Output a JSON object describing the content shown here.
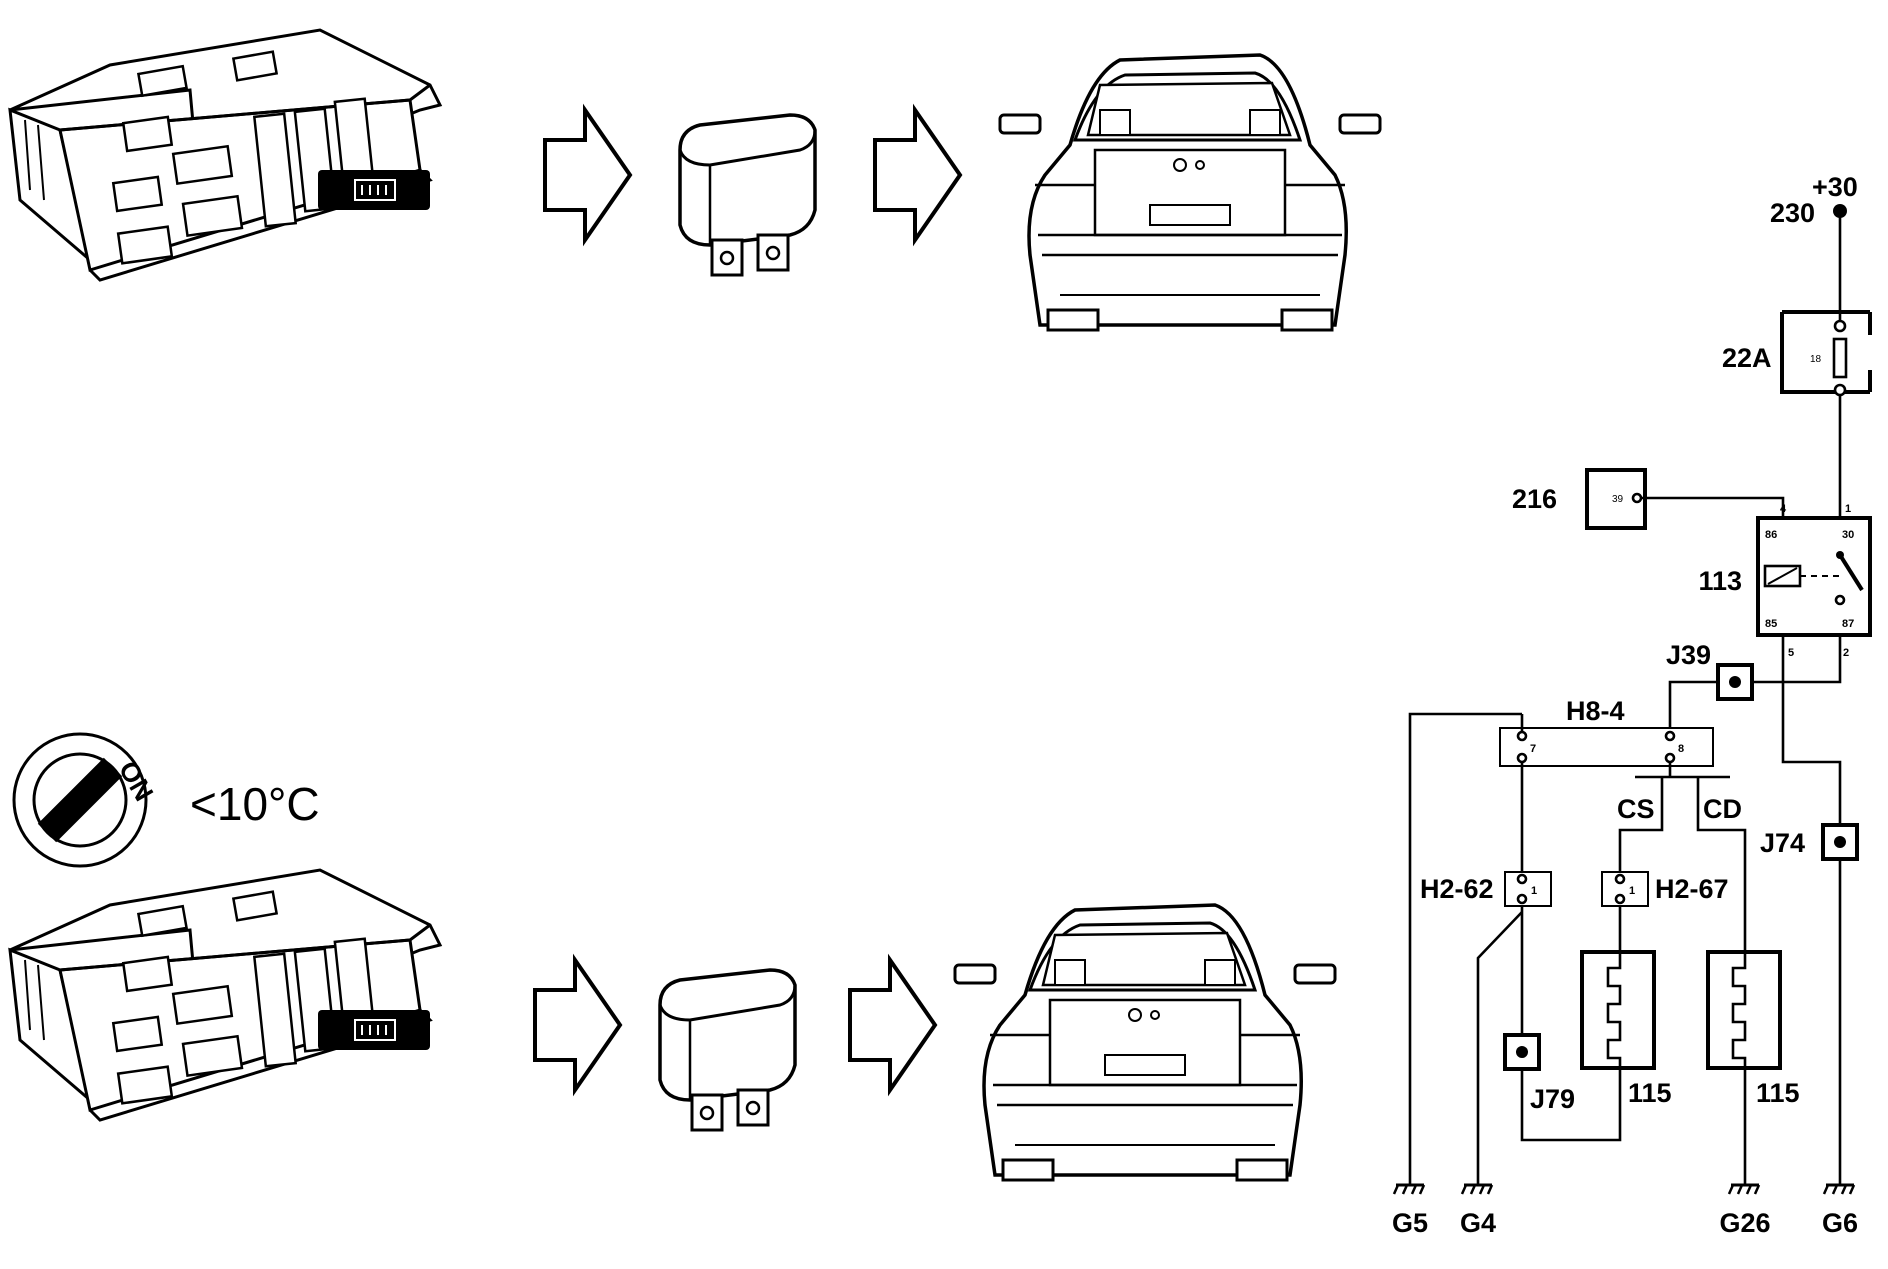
{
  "labels": {
    "temp": "<10°C",
    "key_on": "ON",
    "plus30": "+30",
    "n230": "230",
    "fuse": "22A",
    "fuse_no": "18",
    "n216": "216",
    "n216_pin": "39",
    "relay": "113",
    "pin4": "4",
    "pin1": "1",
    "pin5": "5",
    "pin2": "2",
    "t86": "86",
    "t30": "30",
    "t85": "85",
    "t87": "87",
    "j39": "J39",
    "h84": "H8-4",
    "h84_7": "7",
    "h84_8": "8",
    "cs": "CS",
    "cd": "CD",
    "j74": "J74",
    "h262": "H2-62",
    "h262_1": "1",
    "h267": "H2-67",
    "h267_1": "1",
    "j79": "J79",
    "h115a": "115",
    "h115b": "115",
    "g5": "G5",
    "g4": "G4",
    "g26": "G26",
    "g6": "G6"
  },
  "icons": [
    "climate-control-panel-icon",
    "arrow-right-icon",
    "relay-icon",
    "car-rear-icon",
    "ignition-key-icon",
    "rear-defrost-icon",
    "ground-icon"
  ],
  "colors": {
    "ink": "#000000",
    "paper": "#ffffff"
  }
}
